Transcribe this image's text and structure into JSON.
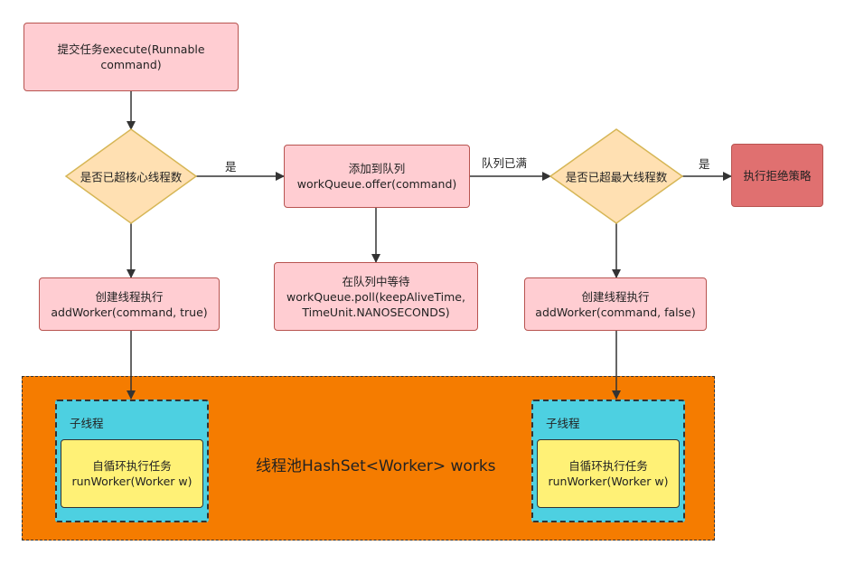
{
  "nodes": {
    "submit_task": "提交任务execute(Runnable command)",
    "core_decision": "是否已超核心线程数",
    "add_queue": "添加到队列\nworkQueue.offer(command)",
    "max_decision": "是否已超最大线程数",
    "reject": "执行拒绝策略",
    "create_core": "创建线程执行\naddWorker(command, true)",
    "queue_wait": "在队列中等待\nworkQueue.poll(keepAliveTime,\nTimeUnit.NANOSECONDS)",
    "create_max": "创建线程执行\naddWorker(command, false)"
  },
  "edges": {
    "yes_1": "是",
    "queue_full": "队列已满",
    "yes_2": "是"
  },
  "pool": {
    "label": "线程池HashSet<Worker> works",
    "threads": [
      {
        "label": "子线程",
        "task": "自循环执行任务\nrunWorker(Worker w)"
      },
      {
        "label": "子线程",
        "task": "自循环执行任务\nrunWorker(Worker w)"
      }
    ]
  },
  "colors": {
    "process_fill": "#ffcdd2",
    "process_stroke": "#b85450",
    "decision_fill": "#ffe0b2",
    "decision_stroke": "#d6b656",
    "reject_fill": "#e07070",
    "pool_fill": "#f57c00",
    "thread_fill": "#4dd0e1",
    "task_fill": "#fff176"
  }
}
